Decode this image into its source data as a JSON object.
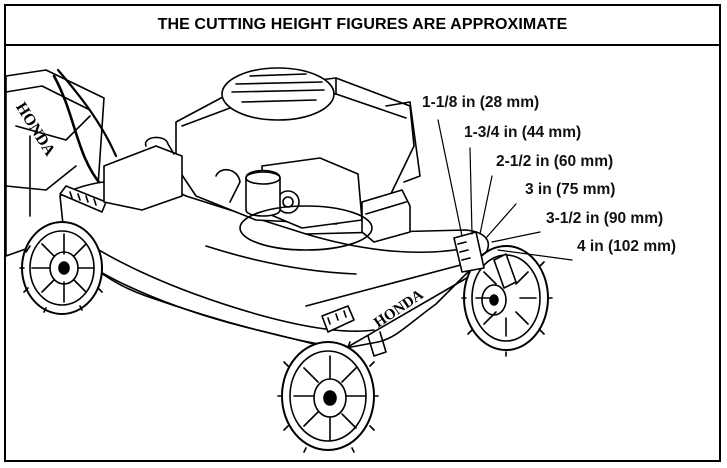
{
  "header": {
    "title": "THE CUTTING HEIGHT FIGURES ARE APPROXIMATE"
  },
  "heights": [
    {
      "label": "1-1/8 in  (28 mm)"
    },
    {
      "label": "1-3/4 in  (44 mm)"
    },
    {
      "label": "2-1/2 in  (60 mm)"
    },
    {
      "label": "3 in   (75 mm)"
    },
    {
      "label": "3-1/2 in  (90 mm)"
    },
    {
      "label": "4 in  (102 mm)"
    }
  ],
  "branding": {
    "deck_wordmark": "HONDA",
    "handle_wordmark": "HONDA"
  },
  "colors": {
    "line": "#000000",
    "background": "#ffffff",
    "text": "#111111"
  }
}
